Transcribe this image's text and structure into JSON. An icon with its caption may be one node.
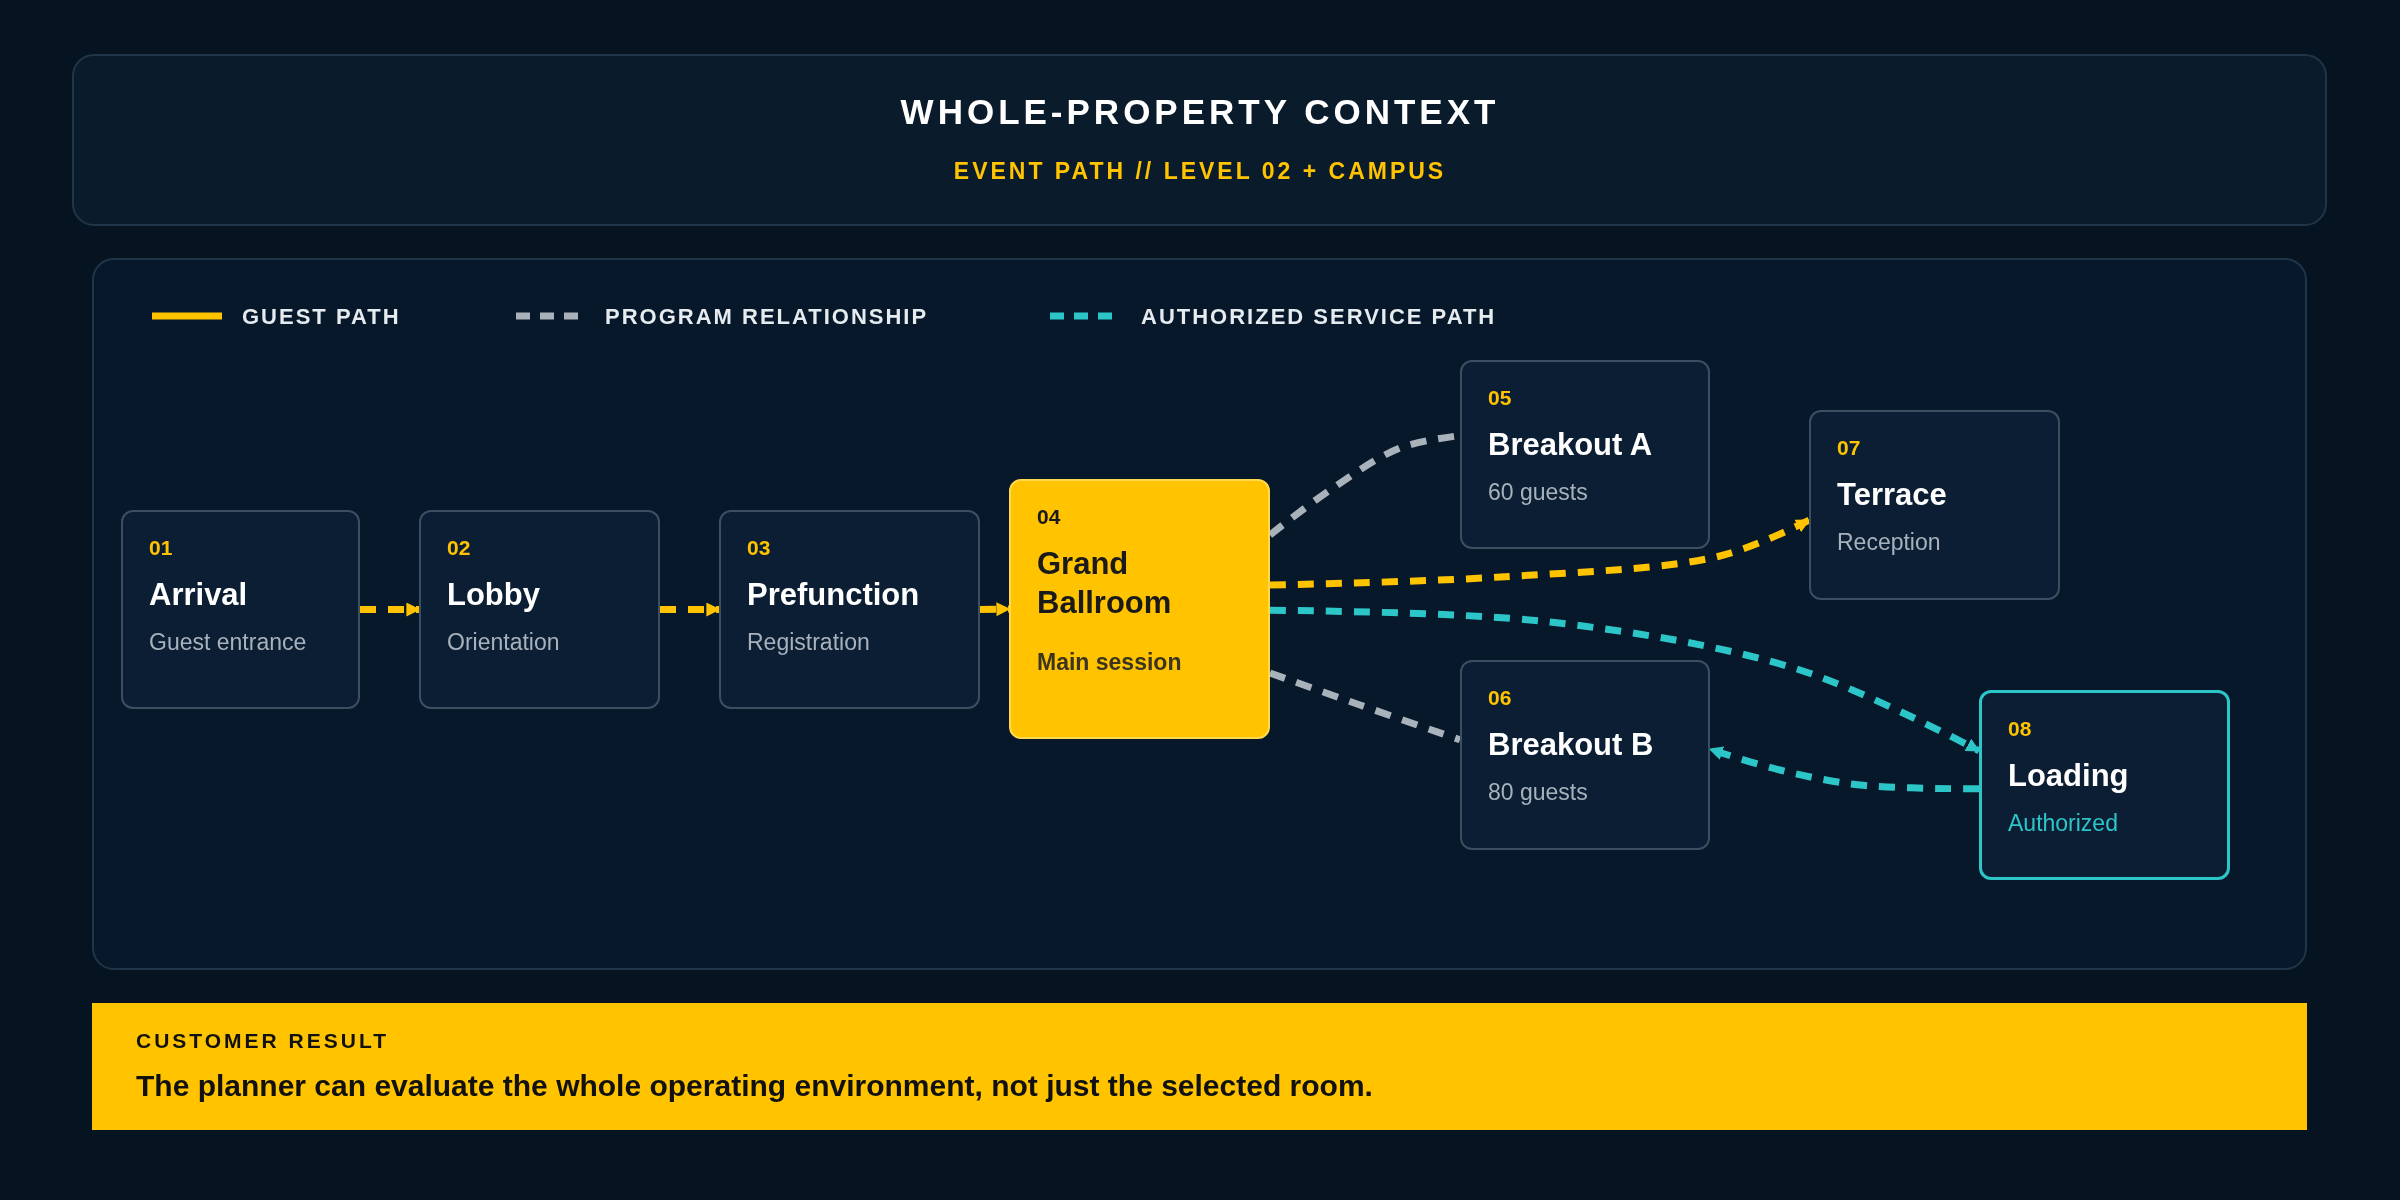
{
  "diagram": {
    "title": "WHOLE-PROPERTY CONTEXT",
    "nodes": [
      {
        "text": [
          "01",
          "Arrival",
          "Guest entrance"
        ]
      },
      {
        "text": [
          "02",
          "Lobby",
          "Orientation"
        ]
      },
      {
        "text": [
          "03",
          "Prefunction",
          "Registration"
        ]
      },
      {
        "text": [
          "04",
          "Grand Ballroom",
          "Main session"
        ]
      },
      {
        "text": [
          "05",
          "Breakout A",
          "60 guests"
        ]
      },
      {
        "text": [
          "06",
          "Breakout B",
          "80 guests"
        ]
      },
      {
        "text": [
          "07",
          "Terrace",
          "Reception"
        ]
      },
      {
        "text": [
          "08",
          "Loading",
          "Authorized"
        ]
      },
      {
        "text": [
          "CUSTOMER RESULT",
          "The planner can evaluate the whole operating environment, not just the selected room."
        ]
      }
    ],
    "edges": [
      {
        "from": 0,
        "to": 1,
        "arrow": "to",
        "style": "dashed"
      },
      {
        "from": 1,
        "to": 2,
        "arrow": "to",
        "style": "dashed"
      },
      {
        "from": 2,
        "to": 3,
        "arrow": "to",
        "style": "dashed"
      },
      {
        "from": 3,
        "to": 4,
        "arrow": "none",
        "style": "dashed",
        "color": "#a9b1bb"
      },
      {
        "from": 3,
        "to": 6,
        "arrow": "to",
        "style": "dashed"
      },
      {
        "from": 3,
        "to": 7,
        "arrow": "to",
        "style": "dashed",
        "color": "#2cc6c9"
      },
      {
        "from": 3,
        "to": 5,
        "arrow": "none",
        "style": "dashed",
        "color": "#a9b1bb"
      },
      {
        "from": 7,
        "to": 5,
        "arrow": "to",
        "style": "dashed",
        "color": "#2cc6c9"
      }
    ],
    "labels": [
      "EVENT PATH // LEVEL 02 + CAMPUS"
    ],
    "legend": [
      {
        "text": "GUEST PATH"
      },
      {
        "text": "PROGRAM RELATIONSHIP"
      },
      {
        "text": "AUTHORIZED SERVICE PATH"
      }
    ]
  }
}
